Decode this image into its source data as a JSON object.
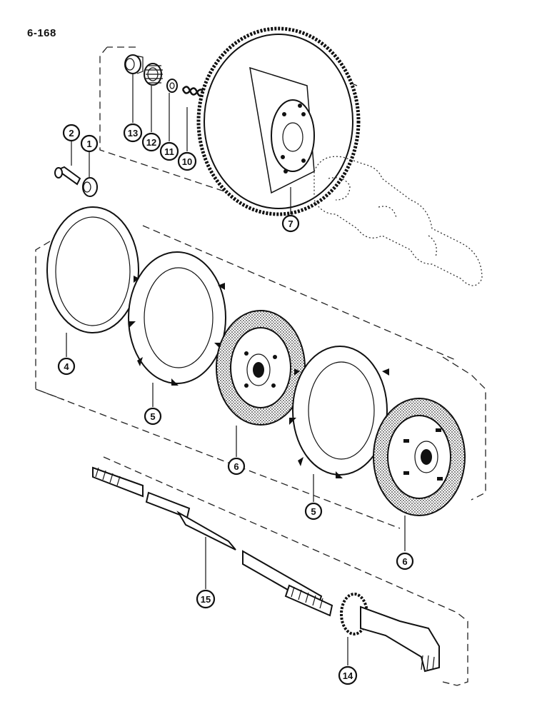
{
  "page_number": "6-168",
  "callouts": [
    {
      "id": "c1",
      "label": "1"
    },
    {
      "id": "c2",
      "label": "2"
    },
    {
      "id": "c4",
      "label": "4"
    },
    {
      "id": "c5a",
      "label": "5"
    },
    {
      "id": "c5b",
      "label": "5"
    },
    {
      "id": "c6a",
      "label": "6"
    },
    {
      "id": "c6b",
      "label": "6"
    },
    {
      "id": "c7",
      "label": "7"
    },
    {
      "id": "c10",
      "label": "10"
    },
    {
      "id": "c11",
      "label": "11"
    },
    {
      "id": "c12",
      "label": "12"
    },
    {
      "id": "c13",
      "label": "13"
    },
    {
      "id": "c14",
      "label": "14"
    },
    {
      "id": "c15",
      "label": "15"
    }
  ]
}
